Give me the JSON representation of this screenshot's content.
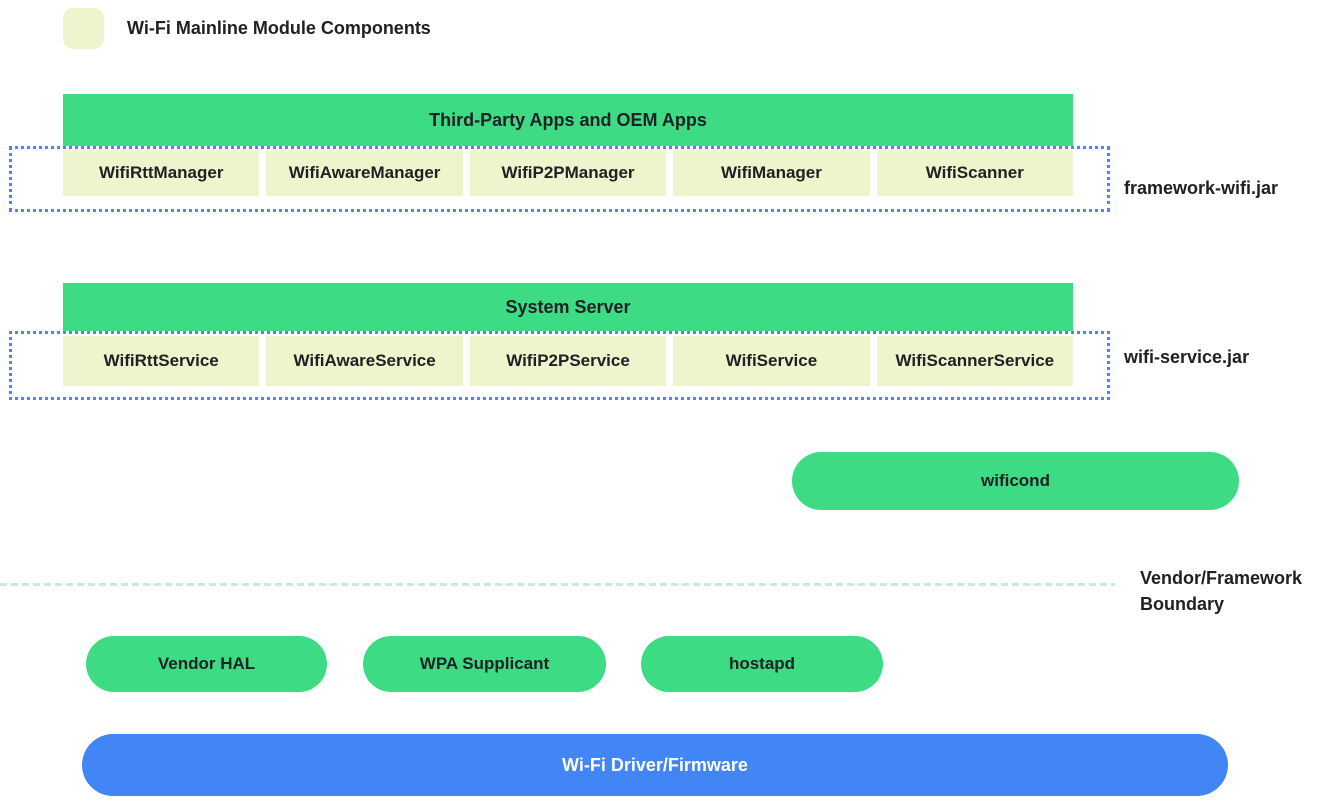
{
  "legend": {
    "label": "Wi-Fi Mainline Module Components"
  },
  "colors": {
    "green": "#3ddc84",
    "pale": "#edf5cc",
    "blue": "#4285f4",
    "dotblue": "#5383f3",
    "mint": "#c8ecd3",
    "text": "#202124"
  },
  "sections": [
    {
      "header": "Third-Party Apps and OEM Apps",
      "jar_label": "framework-wifi.jar",
      "boxes": [
        "WifiRttManager",
        "WifiAwareManager",
        "WifiP2PManager",
        "WifiManager",
        "WifiScanner"
      ]
    },
    {
      "header": "System Server",
      "jar_label": "wifi-service.jar",
      "boxes": [
        "WifiRttService",
        "WifiAwareService",
        "WifiP2PService",
        "WifiService",
        "WifiScannerService"
      ]
    }
  ],
  "wificond": {
    "label": "wificond"
  },
  "boundary": {
    "label": "Vendor/Framework Boundary"
  },
  "vendor_pills": [
    "Vendor HAL",
    "WPA Supplicant",
    "hostapd"
  ],
  "driver": {
    "label": "Wi-Fi Driver/Firmware"
  }
}
